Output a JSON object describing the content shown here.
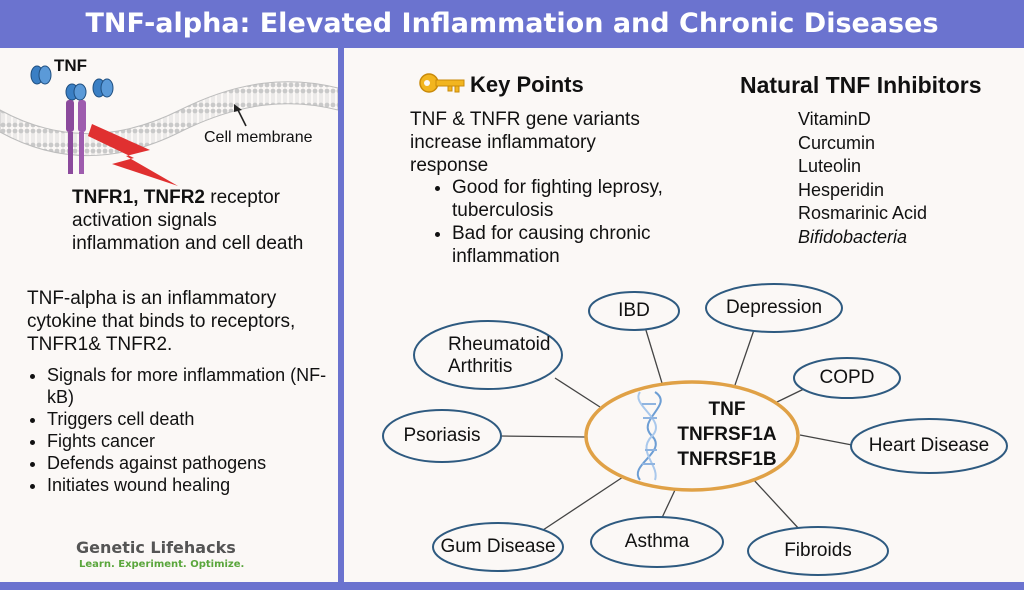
{
  "title": "TNF-alpha: Elevated Inflammation and Chronic Diseases",
  "membrane": {
    "tnf_label": "TNF",
    "cell_membrane_label": "Cell membrane",
    "receptor_bold": "TNFR1, TNFR2",
    "receptor_rest": " receptor",
    "receptor_line2": "activation signals",
    "receptor_line3": "inflammation and cell death"
  },
  "intro": {
    "paragraph": "TNF-alpha is an inflammatory cytokine that binds to receptors, TNFR1& TNFR2.",
    "bullets": [
      "Signals for more inflammation (NF-kB)",
      "Triggers cell death",
      "Fights cancer",
      "Defends against pathogens",
      "Initiates wound healing"
    ]
  },
  "logo": {
    "name": "Genetic Lifehacks",
    "tagline": "Learn. Experiment. Optimize."
  },
  "key_points": {
    "heading": "Key Points",
    "paragraph": "TNF & TNFR gene variants increase inflammatory response",
    "bullets": [
      "Good for fighting leprosy, tuberculosis",
      "Bad for causing chronic inflammation"
    ]
  },
  "inhibitors": {
    "heading": "Natural TNF Inhibitors",
    "items": [
      "VitaminD",
      "Curcumin",
      "Luteolin",
      "Hesperidin",
      "Rosmarinic Acid",
      "Bifidobacteria"
    ]
  },
  "center": {
    "line1": "TNF",
    "line2": "TNFRSF1A",
    "line3": "TNFRSF1B"
  },
  "diseases": {
    "rheumatoid_1": "Rheumatoid",
    "rheumatoid_2": "Arthritis",
    "ibd": "IBD",
    "depression": "Depression",
    "copd": "COPD",
    "heart": "Heart Disease",
    "psoriasis": "Psoriasis",
    "gum": "Gum Disease",
    "asthma": "Asthma",
    "fibroids": "Fibroids"
  },
  "colors": {
    "banner": "#6b73cf",
    "oval_border": "#2e5a80",
    "center_border": "#e0a146",
    "receptor": "#8b4a9c",
    "tnf": "#3a7fc4",
    "lightning": "#e03030",
    "logo_green": "#5aa63c"
  }
}
